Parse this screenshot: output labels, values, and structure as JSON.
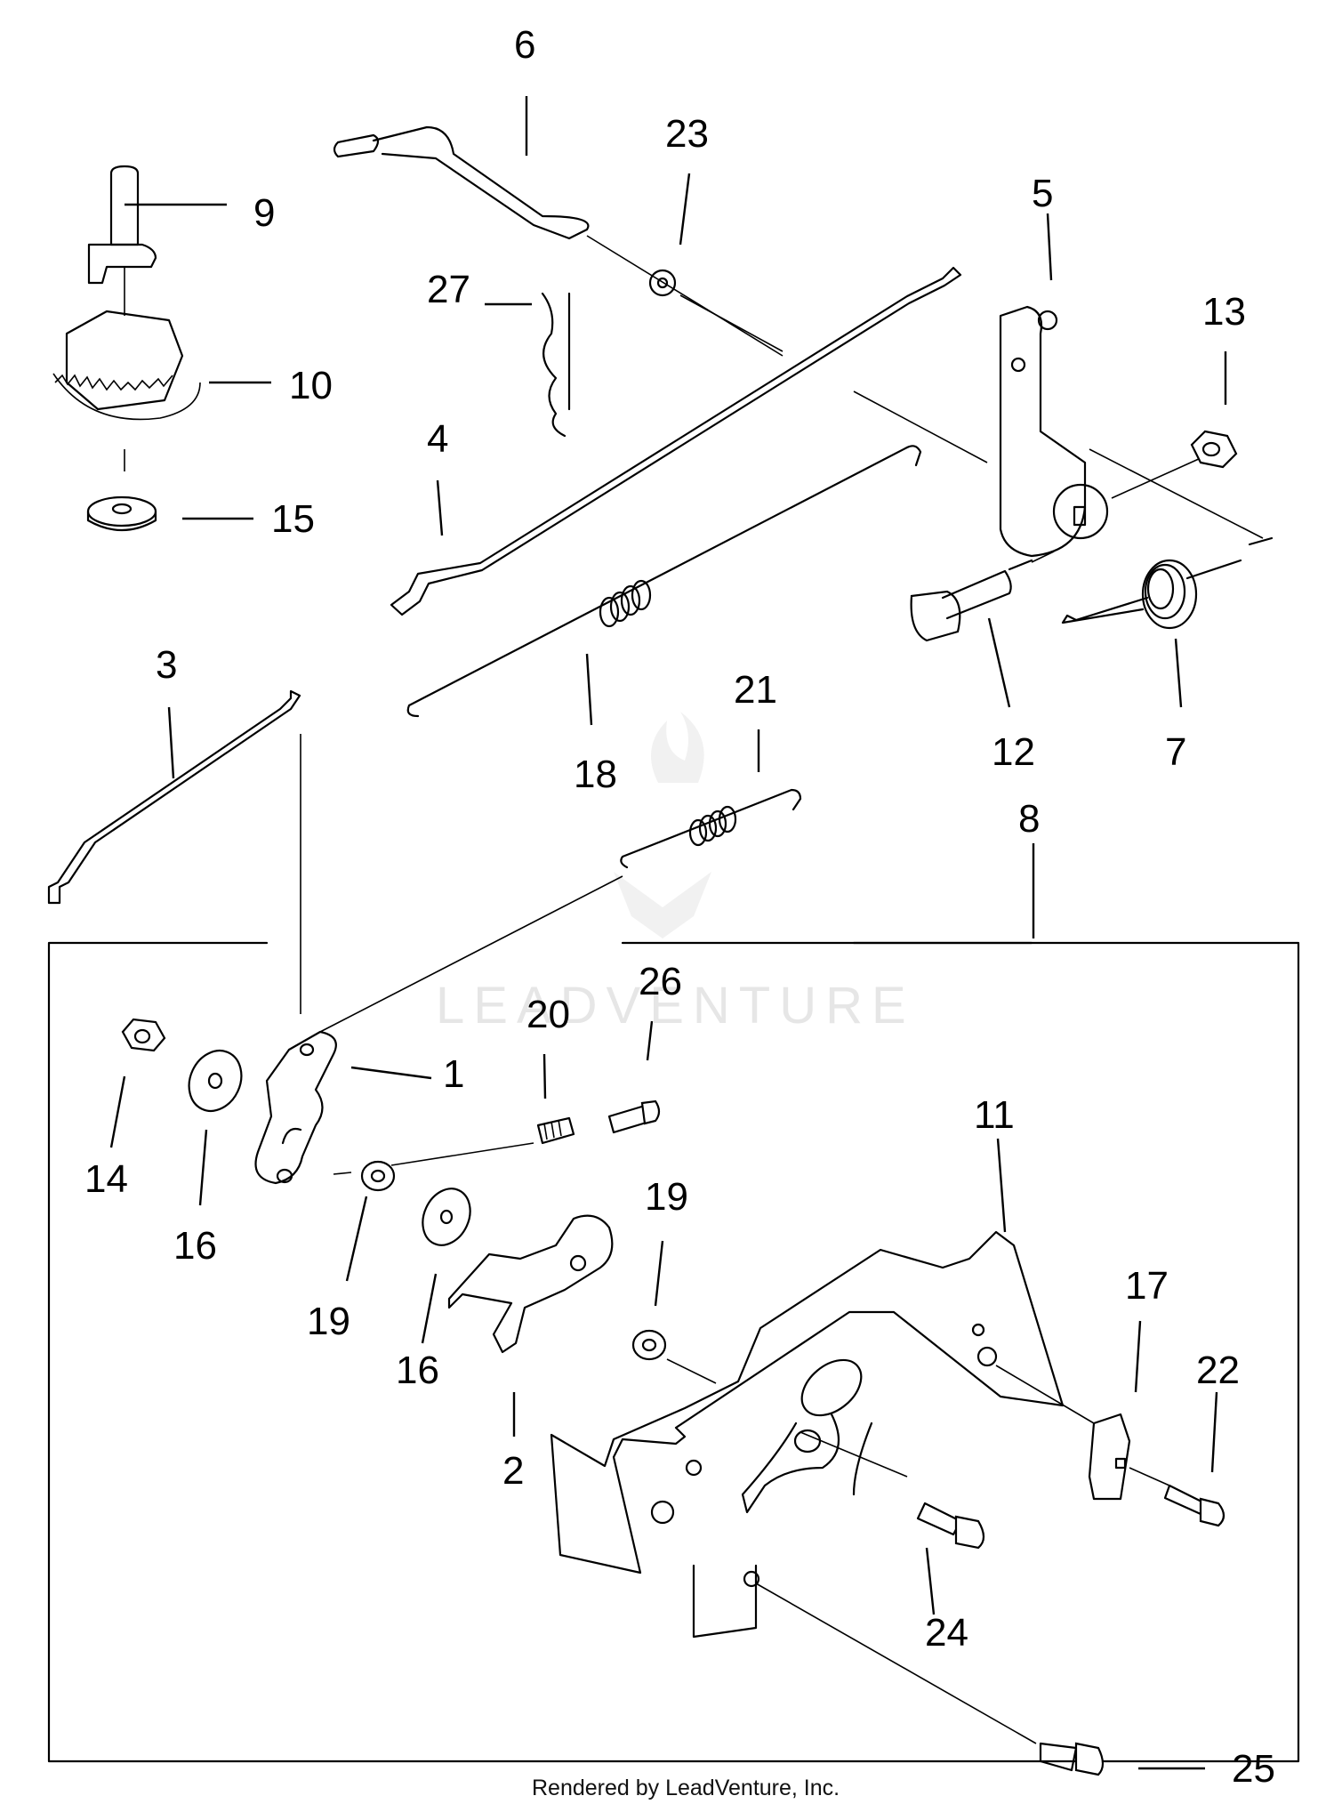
{
  "labels": [
    "1",
    "2",
    "3",
    "4",
    "5",
    "6",
    "7",
    "8",
    "9",
    "10",
    "11",
    "12",
    "13",
    "14",
    "15",
    "16",
    "16",
    "17",
    "18",
    "19",
    "19",
    "20",
    "21",
    "22",
    "23",
    "24",
    "25",
    "26",
    "27"
  ],
  "footer": "Rendered by LeadVenture, Inc.",
  "watermark": "LEADVENTURE"
}
